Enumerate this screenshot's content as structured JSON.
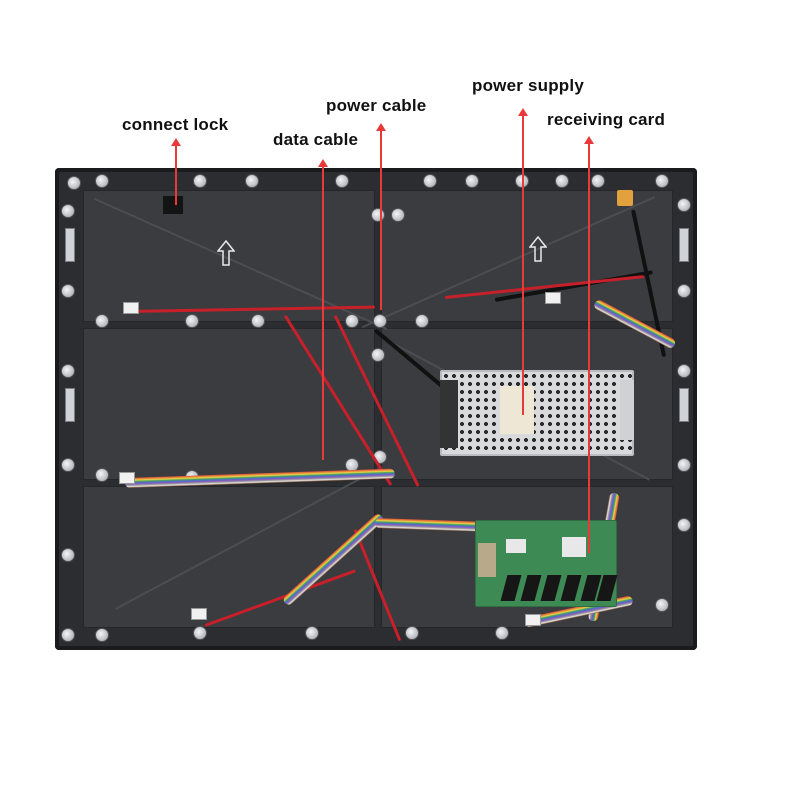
{
  "figure": {
    "description": "Rear view of an LED display cabinet with annotated components",
    "labels": [
      {
        "id": "connect-lock",
        "text": "connect lock"
      },
      {
        "id": "data-cable",
        "text": "data cable"
      },
      {
        "id": "power-cable",
        "text": "power cable"
      },
      {
        "id": "power-supply",
        "text": "power supply"
      },
      {
        "id": "receiving-card",
        "text": "receiving card"
      }
    ],
    "colors": {
      "pointer": "#e83a3a",
      "label_text": "#111111",
      "cabinet": "#2b2d30",
      "pcb": "#3e8a55"
    }
  }
}
